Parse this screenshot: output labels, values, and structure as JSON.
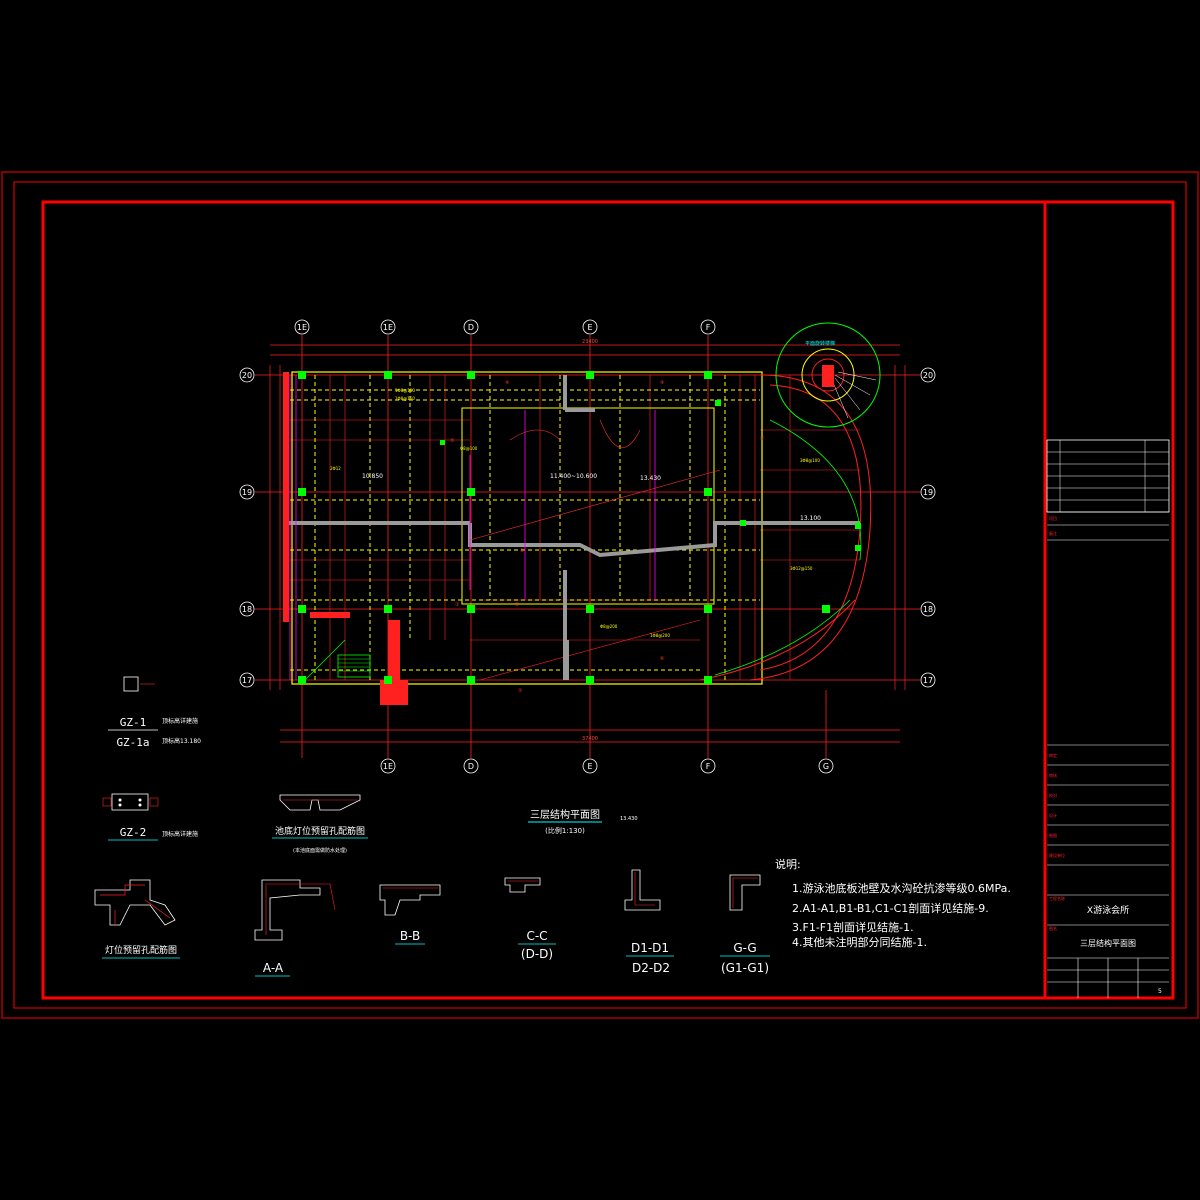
{
  "plan": {
    "title": "三层结构平面图",
    "elev": "13.430",
    "scale": "(比例1:130)",
    "grid_cols_top": [
      "1E",
      "1E",
      "D",
      "E",
      "F"
    ],
    "grid_cols_bottom": [
      "1E",
      "D",
      "E",
      "F",
      "G"
    ],
    "grid_rows": [
      "20",
      "19",
      "18",
      "17"
    ],
    "labels": {
      "slab_a": "11.400~10.600",
      "slab_b": "13.430",
      "slab_c": "13.100",
      "slab_d": "10.850",
      "stair": "平面旋转楼梯",
      "overall_dim": "37400",
      "span_dim": "23400"
    }
  },
  "details": {
    "gz1": "GZ-1",
    "gz1a": "GZ-1a",
    "gz1_note": "顶标高详建施",
    "gz1a_note": "顶标高13.180",
    "gz2": "GZ-2",
    "gz2_note": "顶标高详建施",
    "pool_light": "池底灯位预留孔配筋图",
    "pool_light_sub": "(本池底面需做防水处理)",
    "lamp": "灯位预留孔配筋图",
    "aa": "A-A",
    "bb": "B-B",
    "cc": "C-C",
    "dd_paren": "(D-D)",
    "d1": "D1-D1",
    "d2": "D2-D2",
    "gg": "G-G",
    "g1": "(G1-G1)"
  },
  "notes": {
    "heading": "说明:",
    "items": [
      "1.游泳池底板池壁及水沟砼抗渗等级0.6MPa.",
      "2.A1-A1,B1-B1,C1-C1剖面详见结施-9.",
      "3.F1-F1剖面详见结施-1.",
      "4.其他未注明部分同结施-1."
    ]
  },
  "titleblock": {
    "project": "X游泳会所",
    "drawing": "三层结构平面图",
    "sheet_no": "5"
  },
  "colors": {
    "border": "#ff0000",
    "grid": "#ff2020",
    "beam": "#ffff00",
    "text": "#00ffff",
    "column": "#00ff00",
    "wall": "#9a9a9a",
    "magenta": "#ff00ff",
    "white": "#ffffff"
  }
}
